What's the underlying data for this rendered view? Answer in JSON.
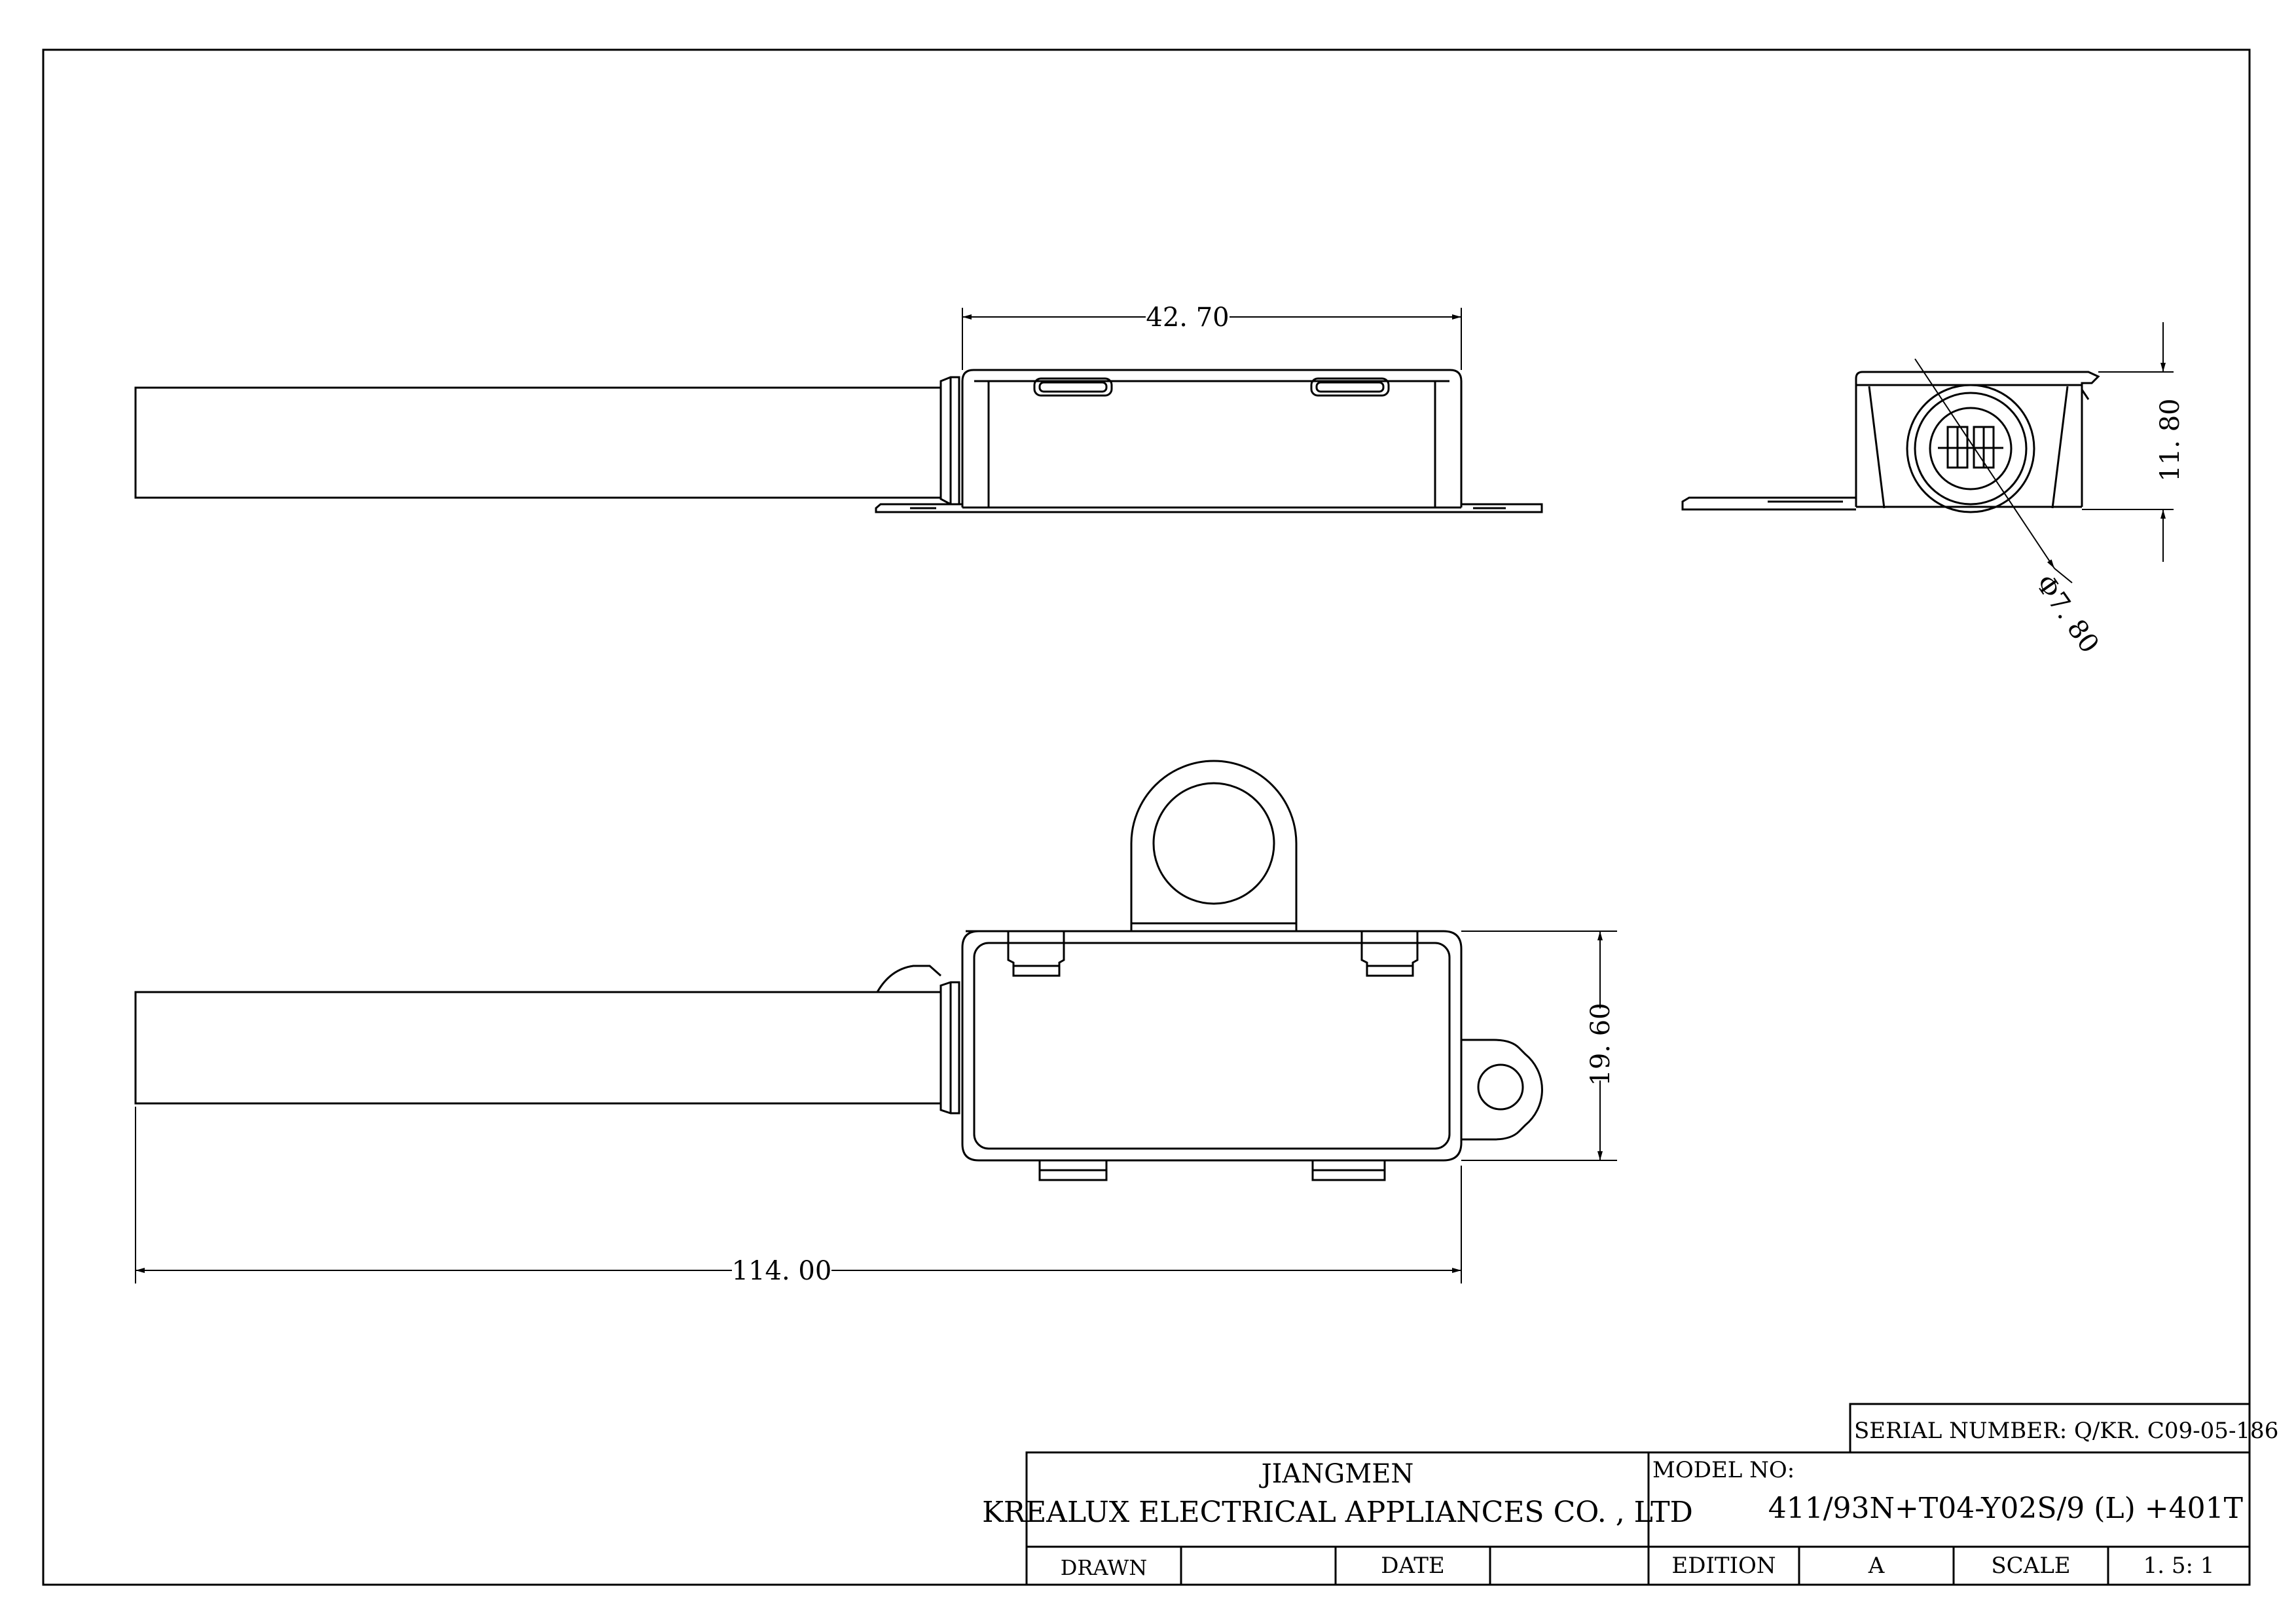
{
  "dimensions": {
    "width_42_70": "42. 70",
    "height_11_80": "11. 80",
    "diameter_7_80": "Φ7. 80",
    "height_19_60": "19. 60",
    "length_114_00": "114. 00"
  },
  "title_block": {
    "serial_number": "SERIAL  NUMBER: Q/KR. C09-05-186",
    "company_city": "JIANGMEN",
    "company_name": "KREALUX  ELECTRICAL  APPLIANCES  CO. , LTD",
    "model_label": "MODEL  NO:",
    "model_value": "411/93N+T04-Y02S/9 (L) +401T",
    "drawn_label": "DRAWN",
    "drawn_value": "",
    "date_label": "DATE",
    "date_value": "",
    "edition_label": "EDITION",
    "edition_value": "A",
    "scale_label": "SCALE",
    "scale_value": "1. 5: 1"
  }
}
